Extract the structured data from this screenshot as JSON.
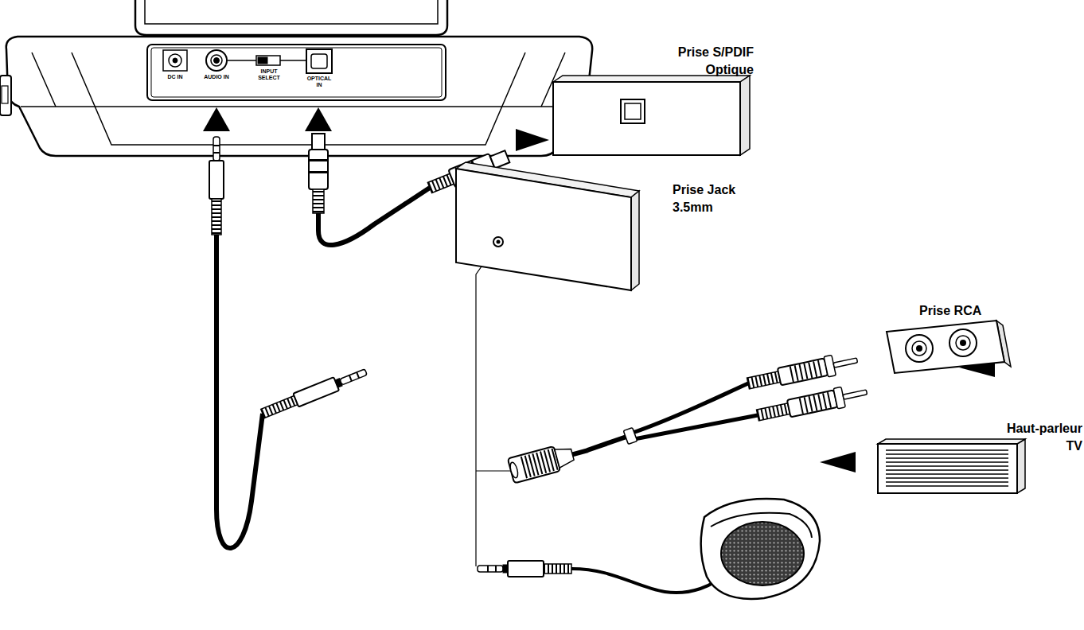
{
  "diagram": {
    "nodes": [
      {
        "text": [
          "Prise S/PDIF Optique"
        ]
      },
      {
        "text": [
          "Prise Jack 3.5mm"
        ]
      },
      {
        "text": [
          "Prise RCA"
        ]
      },
      {
        "text": [
          "Haut-parleur TV"
        ]
      }
    ],
    "labels": [
      "DC IN",
      "AUDIO IN",
      "INPUT SELECT",
      "OPTICAL IN"
    ]
  }
}
